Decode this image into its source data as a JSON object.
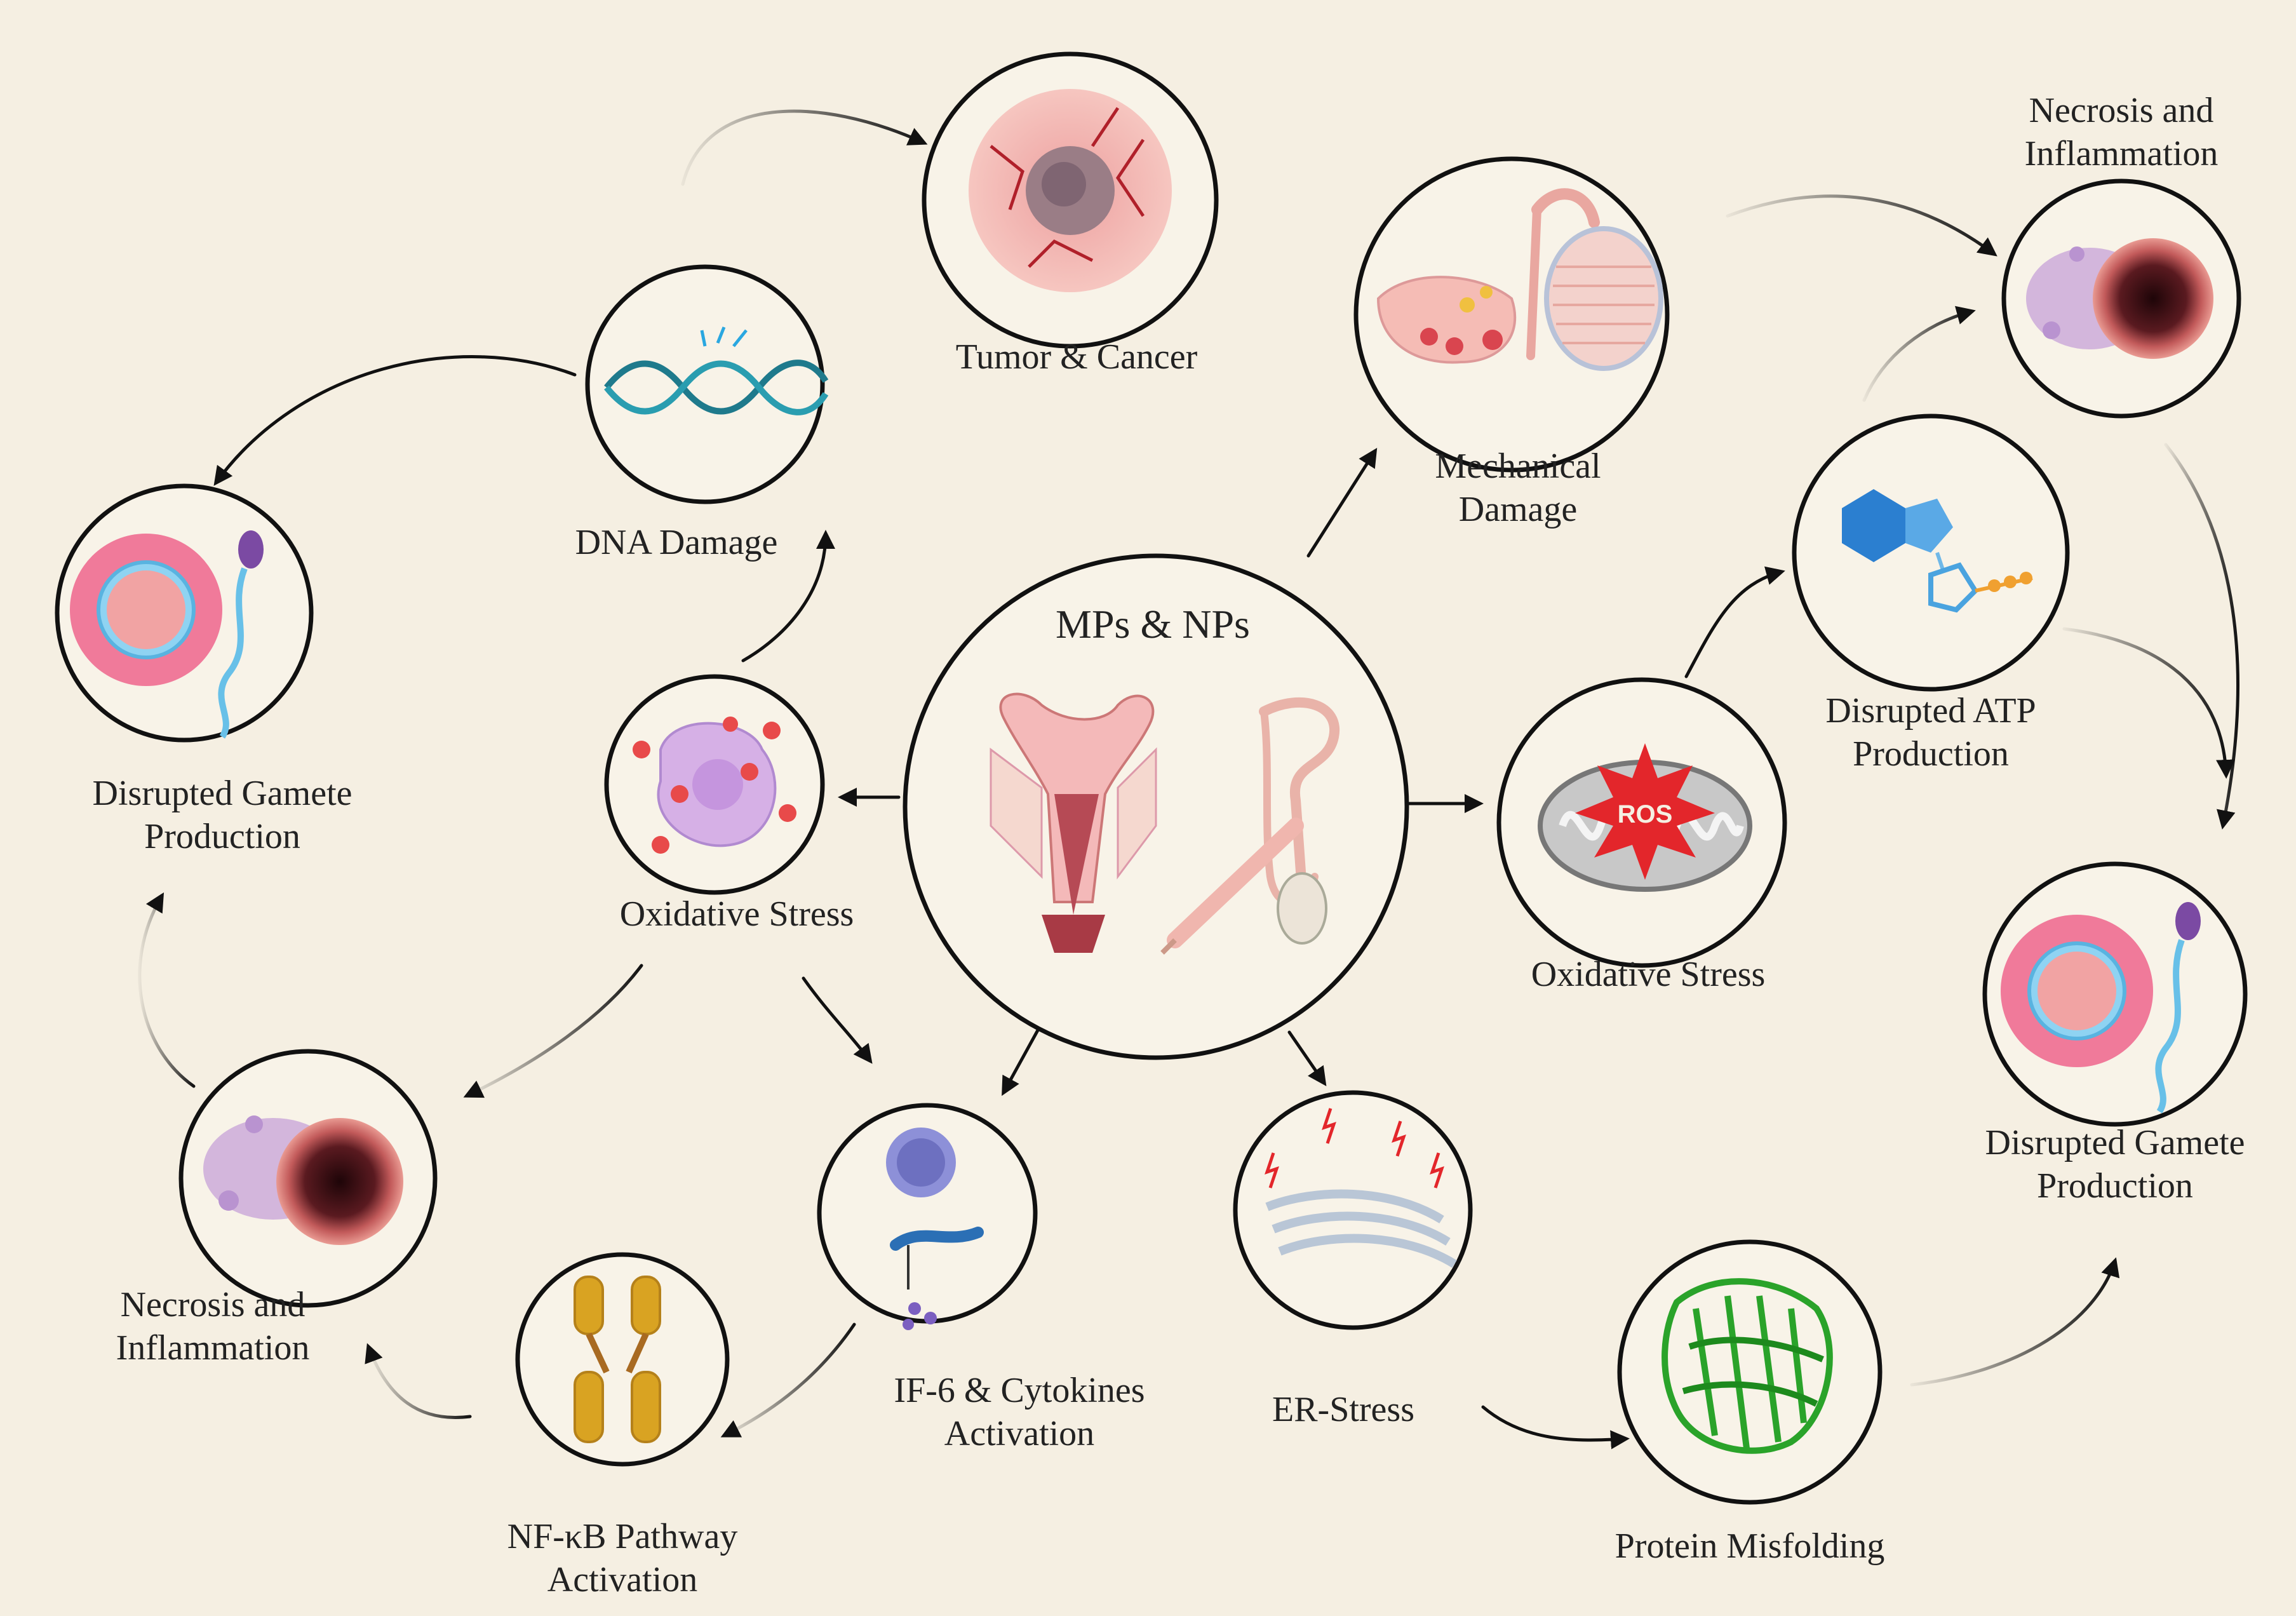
{
  "nodes": {
    "center": {
      "label": "MPs & NPs"
    },
    "tumor": {
      "label": "Tumor & Cancer"
    },
    "dna": {
      "label": "DNA Damage"
    },
    "gamete_left": {
      "line1": "Disrupted Gamete",
      "line2": "Production"
    },
    "ox_left": {
      "label": "Oxidative Stress"
    },
    "necrosis_left": {
      "line1": "Necrosis and",
      "line2": "Inflammation"
    },
    "nfkb": {
      "line1": "NF-κB Pathway",
      "line2": "Activation"
    },
    "il6": {
      "line1": "IF-6 & Cytokines",
      "line2": "Activation"
    },
    "er": {
      "label": "ER-Stress"
    },
    "protein": {
      "label": "Protein Misfolding"
    },
    "mech": {
      "line1": "Mechanical",
      "line2": "Damage"
    },
    "necrosis_right": {
      "line1": "Necrosis and",
      "line2": "Inflammation"
    },
    "atp": {
      "line1": "Disrupted ATP",
      "line2": "Production"
    },
    "ox_right": {
      "label": "Oxidative Stress",
      "ros": "ROS"
    },
    "gamete_right": {
      "line1": "Disrupted Gamete",
      "line2": "Production"
    }
  },
  "colors": {
    "background": "#f5efe2",
    "outline": "#111111",
    "pink_tissue": "#f2a7a7",
    "necrotic": "#3a0d12",
    "purple": "#b48cd6",
    "dna_teal": "#1f7a8c",
    "atp_blue": "#4aa3df",
    "atp_orange": "#f0a030",
    "ros_red": "#e3262b",
    "receptor_gold": "#d9a322",
    "protein_green": "#2aa32a"
  },
  "icons": [
    "tumor-cell-icon",
    "dna-helix-icon",
    "oocyte-sperm-icon",
    "damaged-cell-icon",
    "necrotic-tissue-icon",
    "receptor-icon",
    "immune-cell-icon",
    "er-membrane-icon",
    "protein-structure-icon",
    "reproductive-organs-icon",
    "atp-molecule-icon",
    "mitochondrion-ros-icon"
  ]
}
